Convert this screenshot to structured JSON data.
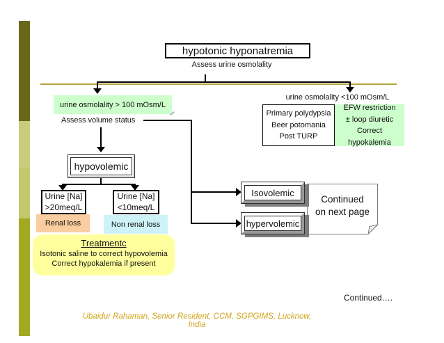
{
  "slide": {
    "title": "hypotonic hyponatremia",
    "subtitle": "Assess urine osmolality",
    "continued_note": "Continued….",
    "footer": "Ubaidur Rahaman, Senior Resident, CCM, SGPGIMS, Lucknow, India"
  },
  "left_branch": {
    "condition": "urine osmolality > 100 mOsm/L",
    "assess_label": "Assess volume status",
    "status_box": "hypovolemic",
    "urine_na_high": {
      "line1": "Urine [Na]",
      "line2": ">20meq/L"
    },
    "urine_na_low": {
      "line1": "Urine [Na]",
      "line2": "<10meq/L"
    },
    "renal_loss": "Renal loss",
    "non_renal_loss": "Non renal loss",
    "treatment": {
      "title": "Treatmentc",
      "line1": "Isotonic saline to correct hypovolemia",
      "line2": "Correct hypokalemia if present"
    }
  },
  "right_branch": {
    "condition": "urine osmolality <100 mOsm/L",
    "causes": [
      "Primary polydypsia",
      "Beer potomania",
      "Post TURP"
    ],
    "treatment": [
      "EFW restriction",
      "± loop diuretic",
      "Correct hypokalemia"
    ],
    "isovolemic_box": "Isovolemic",
    "hypervolemic_box": "hypervolemic",
    "continued_shape": {
      "line1": "Continued",
      "line2": "on next page"
    }
  },
  "colors": {
    "light_green": "#CCFFCC",
    "peach": "#FACDA0",
    "light_cyan": "#CDF3F8",
    "light_yellow": "#FFFF9E",
    "footer_gold": "#D2A41C",
    "bar_dark_olive": "#68681B",
    "bar_light_olive": "#C7CD7D",
    "bar_mid_olive": "#C1C86D",
    "bar_bottom_olive": "#A3AA1F",
    "rule_olive": "#B1A23C"
  }
}
